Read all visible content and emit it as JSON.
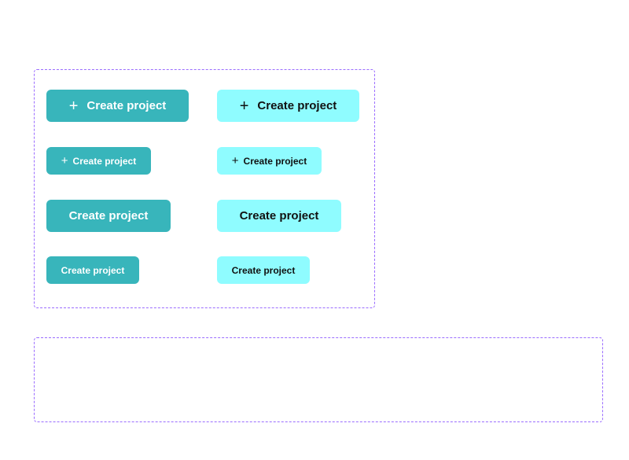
{
  "buttons": {
    "primary_large_icon": {
      "icon": "plus-icon",
      "icon_glyph": "+",
      "label": "Create project"
    },
    "secondary_large_icon": {
      "icon": "plus-icon",
      "icon_glyph": "+",
      "label": "Create project"
    },
    "primary_small_icon": {
      "icon": "plus-icon",
      "icon_glyph": "+",
      "label": "Create project"
    },
    "secondary_small_icon": {
      "icon": "plus-icon",
      "icon_glyph": "+",
      "label": "Create project"
    },
    "primary_large": {
      "label": "Create project"
    },
    "secondary_large": {
      "label": "Create project"
    },
    "primary_small": {
      "label": "Create project"
    },
    "secondary_small": {
      "label": "Create project"
    }
  },
  "colors": {
    "primary": "#38b5bb",
    "secondary": "#8ffcff",
    "frame_border": "#9b6dff"
  }
}
